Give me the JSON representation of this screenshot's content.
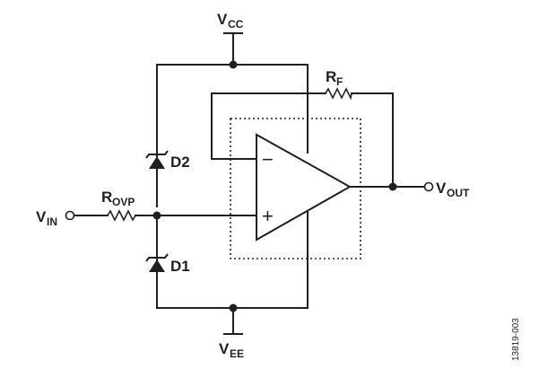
{
  "labels": {
    "vcc_main": "V",
    "vcc_sub": "CC",
    "vee_main": "V",
    "vee_sub": "EE",
    "vin_main": "V",
    "vin_sub": "IN",
    "vout_main": "V",
    "vout_sub": "OUT",
    "rf_main": "R",
    "rf_sub": "F",
    "rovp_main": "R",
    "rovp_sub": "OVP",
    "d1": "D1",
    "d2": "D2",
    "minus": "−",
    "plus": "+",
    "figure_id": "13819-003"
  }
}
